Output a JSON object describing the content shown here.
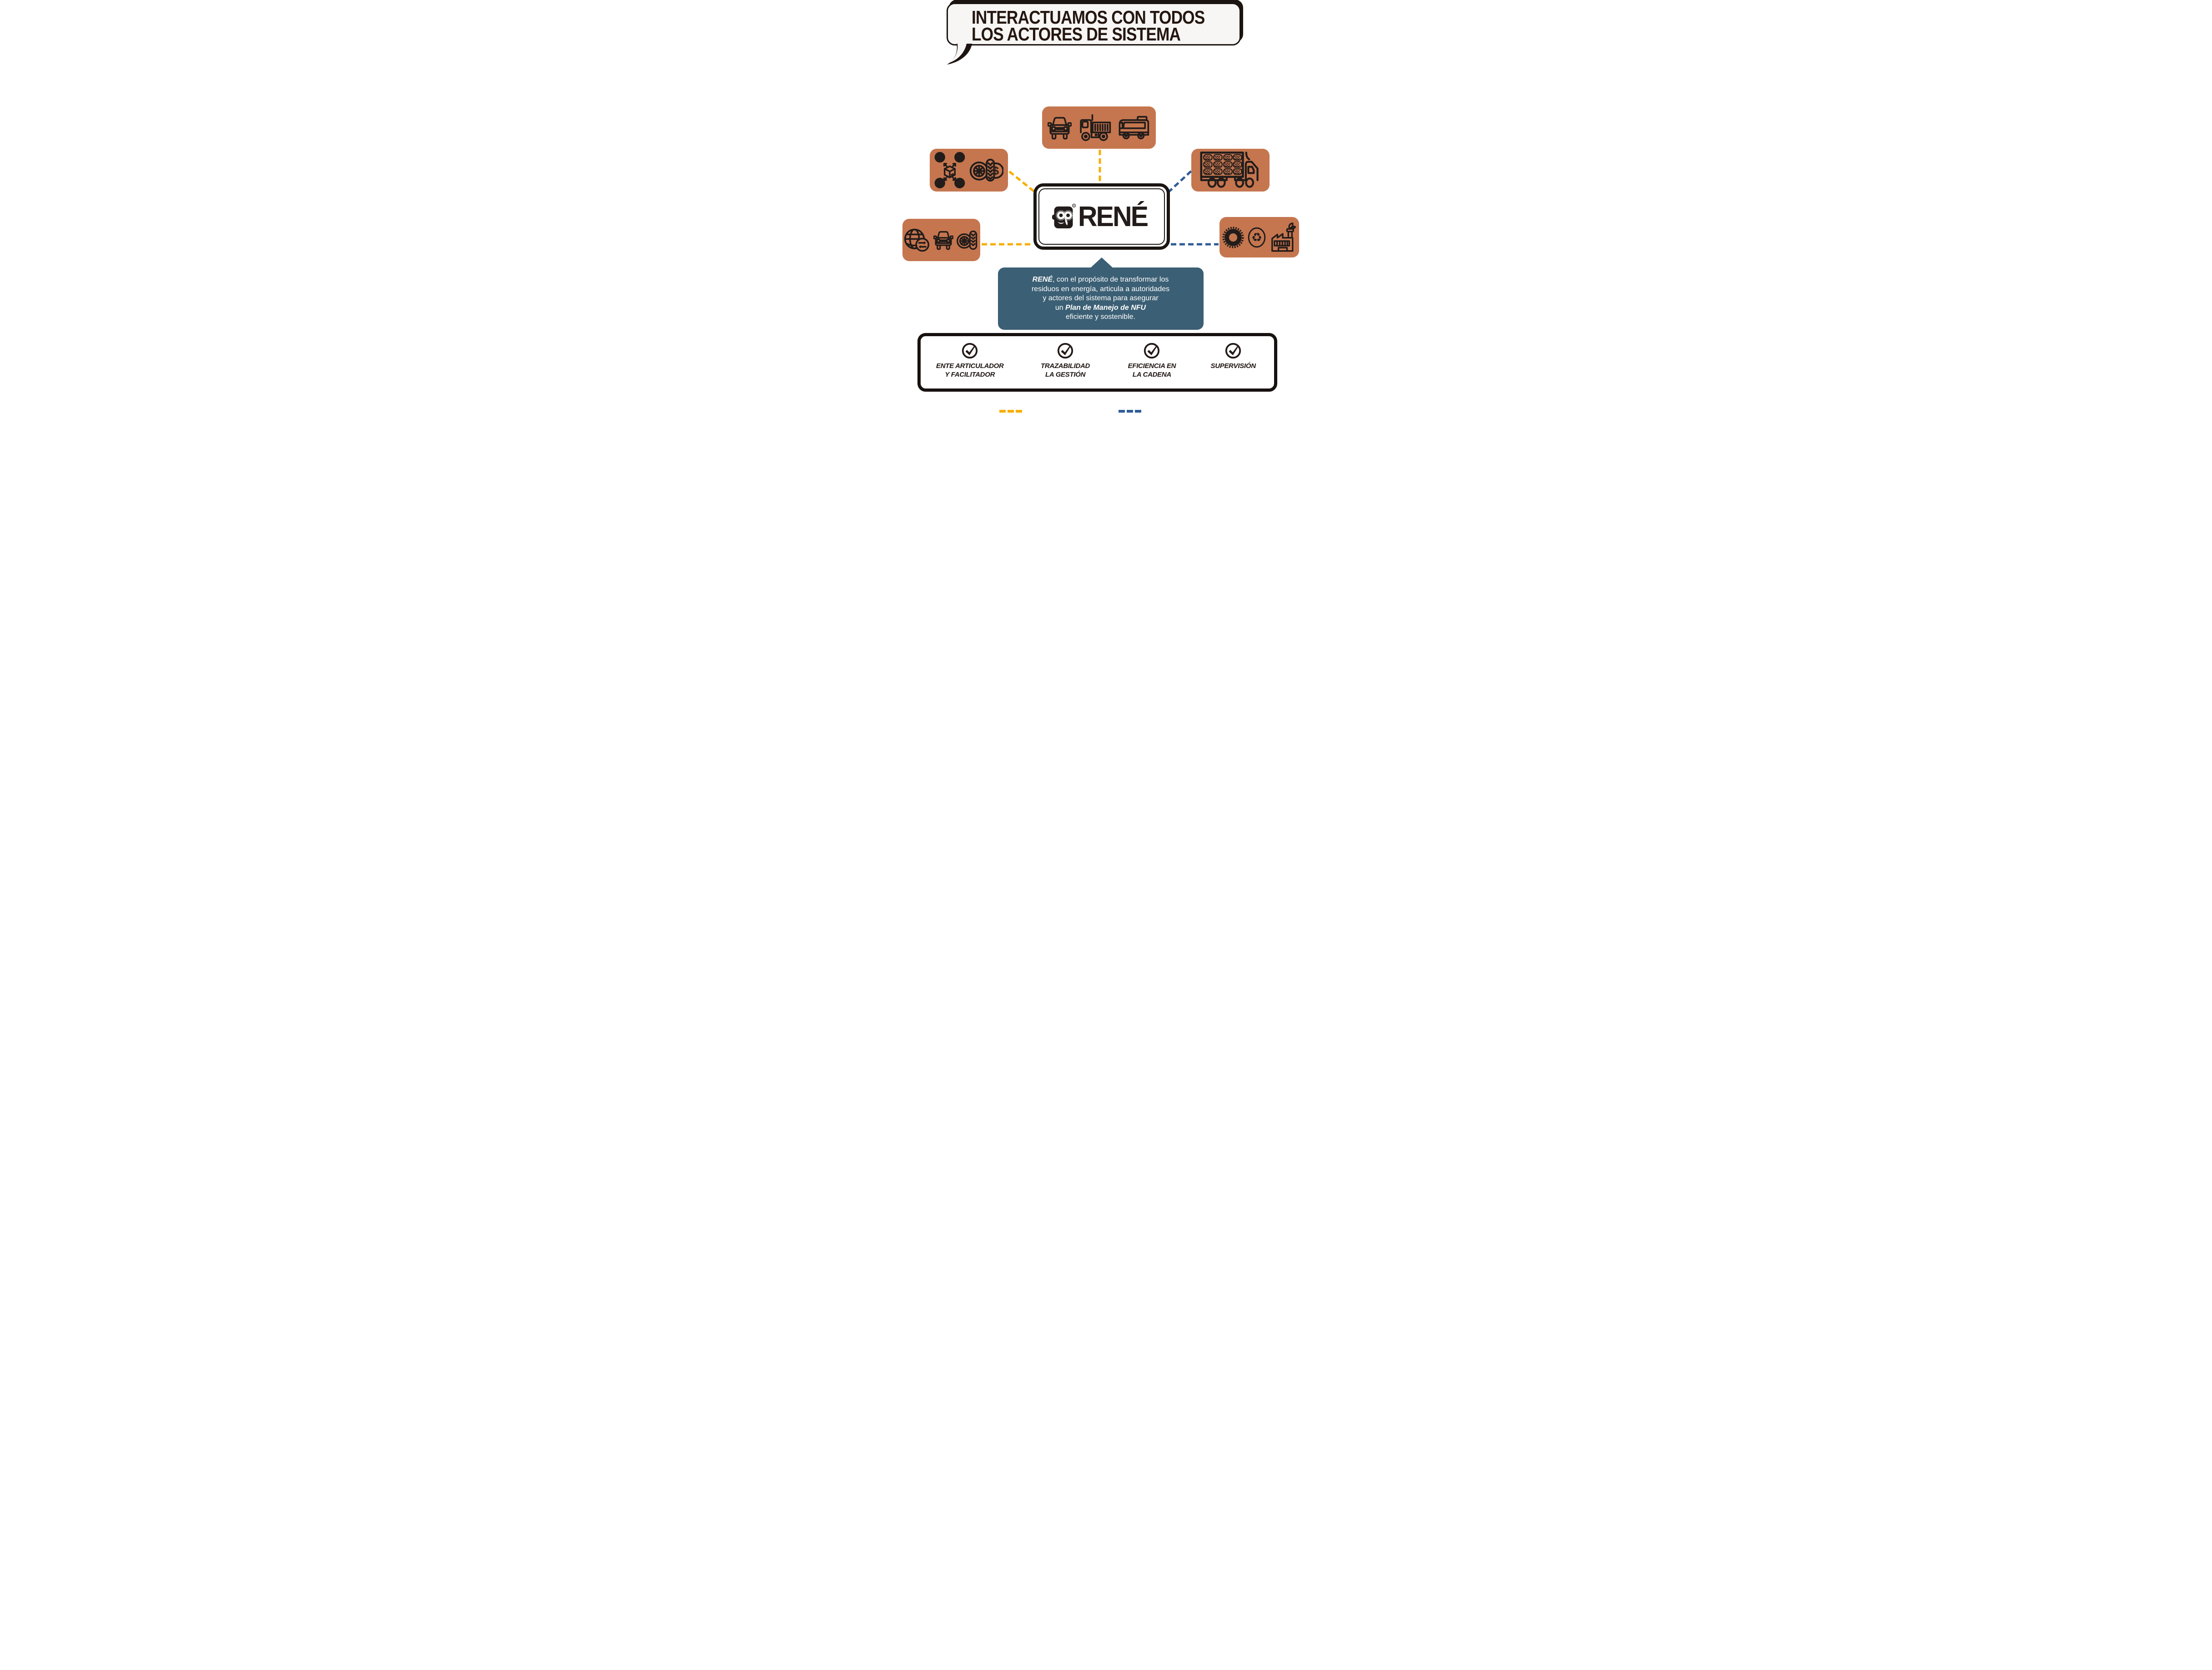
{
  "title": {
    "line1": "INTERACTUAMOS CON TODOS",
    "line2": "LOS ACTORES DE SISTEMA"
  },
  "center_box": {
    "brand": "RENÉ",
    "registered": "®"
  },
  "actor_boxes": [
    {
      "id": "vehicle-generators",
      "position": "top",
      "icons": [
        "car-front-icon",
        "dump-truck-icon",
        "bus-icon"
      ]
    },
    {
      "id": "tire-distributors",
      "position": "upper-left",
      "icons": [
        "tire-distribution-icon",
        "tire-money-icon"
      ]
    },
    {
      "id": "tire-transporters",
      "position": "upper-right",
      "icons": [
        "tire-cargo-truck-icon"
      ]
    },
    {
      "id": "tire-importers",
      "position": "lower-left",
      "icons": [
        "globe-trade-icon",
        "car-front-icon",
        "wheel-tire-icon"
      ]
    },
    {
      "id": "tire-recyclers",
      "position": "lower-right",
      "icons": [
        "tire-icon",
        "recycle-icon",
        "eco-factory-icon"
      ]
    }
  ],
  "callout": {
    "bold1": "RENÉ",
    "line1_rest": ", con el propósito de transformar los",
    "line2": "residuos en energía, articula a autoridades",
    "line3": "y actores del sistema para asegurar",
    "line4_pre": "un ",
    "bold2": "Plan de Manejo de NFU",
    "line5": "eficiente y sostenible."
  },
  "pillars": [
    {
      "icon": "check-circle-icon",
      "line1": "ENTE ARTICULADOR",
      "line2": "Y FACILITADOR"
    },
    {
      "icon": "check-circle-icon",
      "line1": "TRAZABILIDAD",
      "line2": "LA GESTIÓN"
    },
    {
      "icon": "check-circle-icon",
      "line1": "EFICIENCIA EN",
      "line2": "LA CADENA"
    },
    {
      "icon": "check-circle-icon",
      "line1": "SUPERVISIÓN",
      "line2": ""
    }
  ],
  "legend": {
    "yellow_color": "#F7AE00",
    "blue_color": "#2F5C99"
  },
  "colors": {
    "orange": "#C5764F",
    "slate_blue": "#3B5F74",
    "ink": "#221C1A",
    "bubble_bg": "#F7F6F5"
  }
}
